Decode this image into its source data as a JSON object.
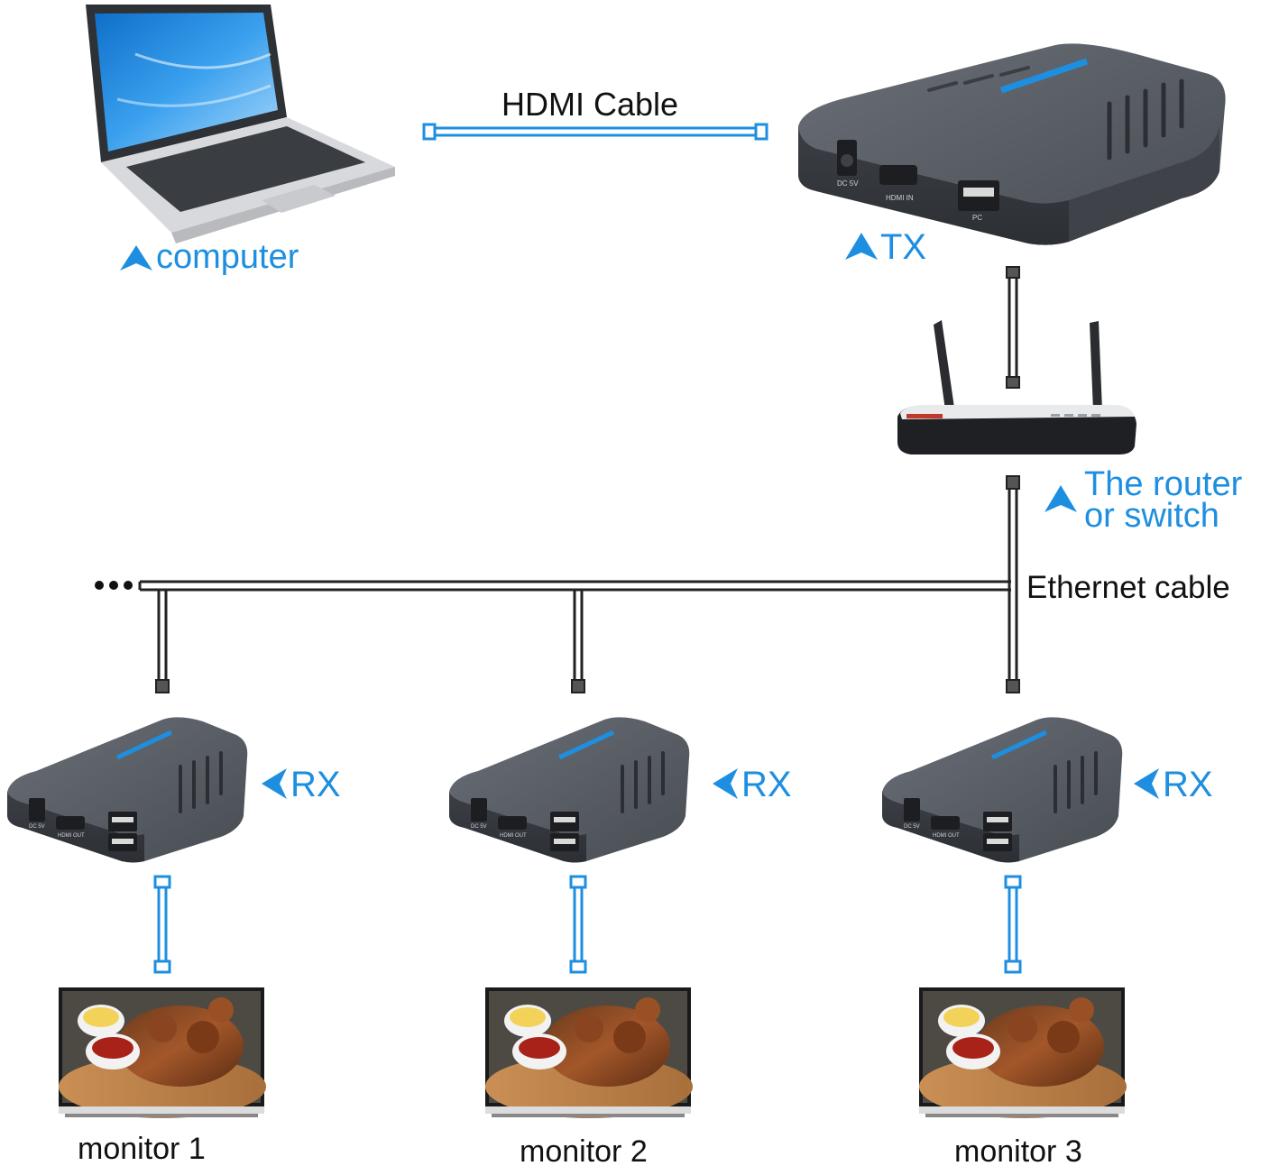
{
  "labels": {
    "hdmi_cable": "HDMI Cable",
    "computer": "computer",
    "tx": "TX",
    "router_line1": "The router",
    "router_line2": "or switch",
    "ethernet_cable": "Ethernet cable",
    "rx": [
      "RX",
      "RX",
      "RX"
    ],
    "monitors": [
      "monitor 1",
      "monitor 2",
      "monitor 3"
    ]
  },
  "device_text": {
    "tx_ports": [
      "DC 5V",
      "HDMI IN",
      "PC"
    ],
    "rx_ports": [
      "DC 5V",
      "HDMI OUT"
    ]
  },
  "colors": {
    "accent": "#1e8fe0",
    "device_body": "#4a4e55",
    "device_top": "#5b6068",
    "cable_black": "#222222",
    "cable_blue": "#1e8fe0"
  },
  "icons": [
    "arrow-up-icon",
    "arrow-left-icon"
  ]
}
